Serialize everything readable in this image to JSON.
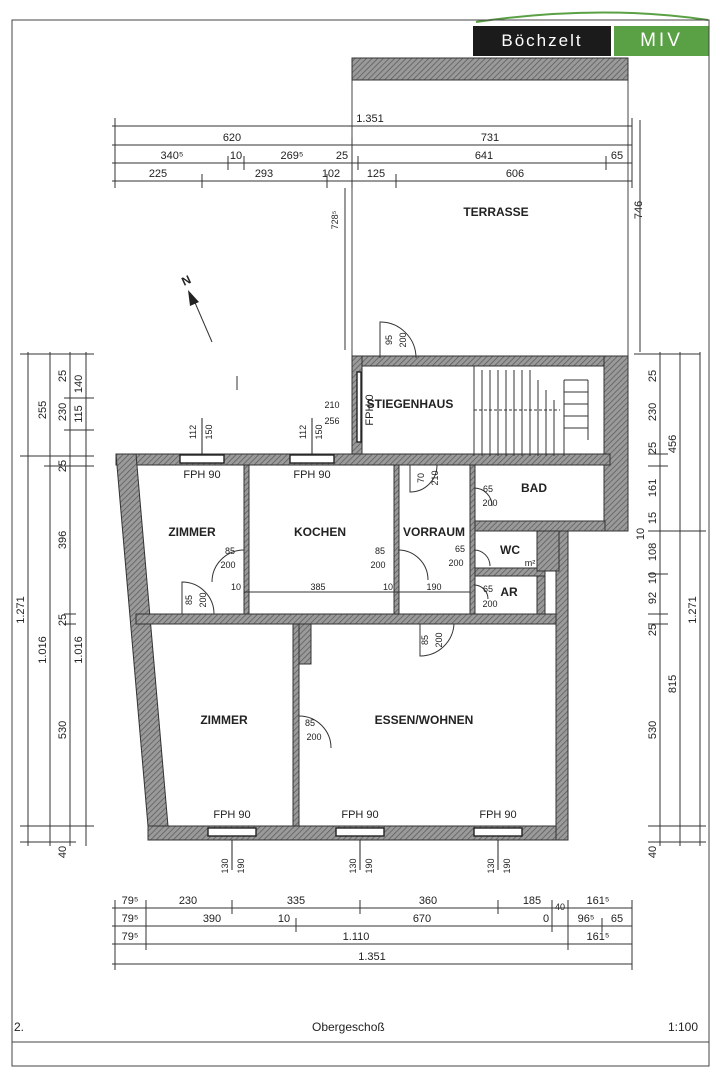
{
  "logo": {
    "left": "Böchzelt",
    "right": "MIV",
    "accent": "#5aa145",
    "dark": "#1b1b1b"
  },
  "footer": {
    "number": "2.",
    "title": "Obergeschoß",
    "scale": "1:100"
  },
  "rooms": {
    "terrasse": "TERRASSE",
    "stiegenhaus": "STIEGENHAUS",
    "bad": "BAD",
    "zimmer1": "ZIMMER",
    "kochen": "KOCHEN",
    "vorraum": "VORRAUM",
    "wc": "WC",
    "ar": "AR",
    "zimmer2": "ZIMMER",
    "essen": "ESSEN/WOHNEN"
  },
  "windows": {
    "fph90": "FPH 90",
    "fph0": "FPH 0"
  },
  "north": "N",
  "top_dims": {
    "r1": "1.351",
    "r2a": "620",
    "r2b": "731",
    "r3a": "340⁵",
    "r3b": "10",
    "r3c": "269⁵",
    "r3d": "25",
    "r3e": "641",
    "r3f": "65",
    "r4a": "225",
    "r4b": "293",
    "r4c": "102",
    "r4d": "125",
    "r4e": "606",
    "terr_h": "728⁵",
    "terr_r": "746"
  },
  "bottom_dims": {
    "b1a": "79⁵",
    "b1b": "230",
    "b1c": "335",
    "b1d": "360",
    "b1e": "185",
    "b1f": "40",
    "b1g": "161⁵",
    "b2a": "79⁵",
    "b2b": "390",
    "b2c": "10",
    "b2d": "670",
    "b2e": "0",
    "b2f": "96⁵",
    "b2g": "65",
    "b3a": "79⁵",
    "b3b": "1.110",
    "b3c": "161⁵",
    "b4": "1.351"
  },
  "left_dims": {
    "l1": "1.271",
    "l2": "1.016",
    "l3": "1.016",
    "l4a": "255",
    "l4b": "25",
    "l4c": "230",
    "l4d": "25",
    "l4e": "396",
    "l4f": "25",
    "l4g": "530",
    "l4h": "40",
    "l5a": "140",
    "l5b": "115"
  },
  "right_dims": {
    "r1": "1.271",
    "r2": "456",
    "r3": "815",
    "r4a": "25",
    "r4b": "230",
    "r4c": "25",
    "r4d": "161",
    "r4e": "15",
    "r4f": "108",
    "r4g": "10",
    "r4h": "92",
    "r4i": "25",
    "r4j": "530",
    "r4k": "40",
    "r5": "10"
  },
  "inner": {
    "w112a": "112",
    "w150a": "150",
    "w112b": "112",
    "w150b": "150",
    "d210": "210",
    "d256": "256",
    "door95": "95",
    "door200a": "200",
    "door85a": "85",
    "door200b": "200",
    "door85b": "85",
    "door200c": "200",
    "door210": "210",
    "door70": "70",
    "bad65": "65",
    "bad200": "200",
    "wc65": "65",
    "wc200": "200",
    "ar65": "65",
    "ar200": "200",
    "k85": "85",
    "k200": "200",
    "v85": "85",
    "v200": "200",
    "z85": "85",
    "z200": "200",
    "e85": "85",
    "e200": "200",
    "dim10a": "10",
    "dim385": "385",
    "dim10b": "10",
    "dim190": "190",
    "w130a": "130",
    "w190a": "190",
    "w130b": "130",
    "w190b": "190",
    "w130c": "130",
    "w190c": "190",
    "sq": "m²"
  }
}
